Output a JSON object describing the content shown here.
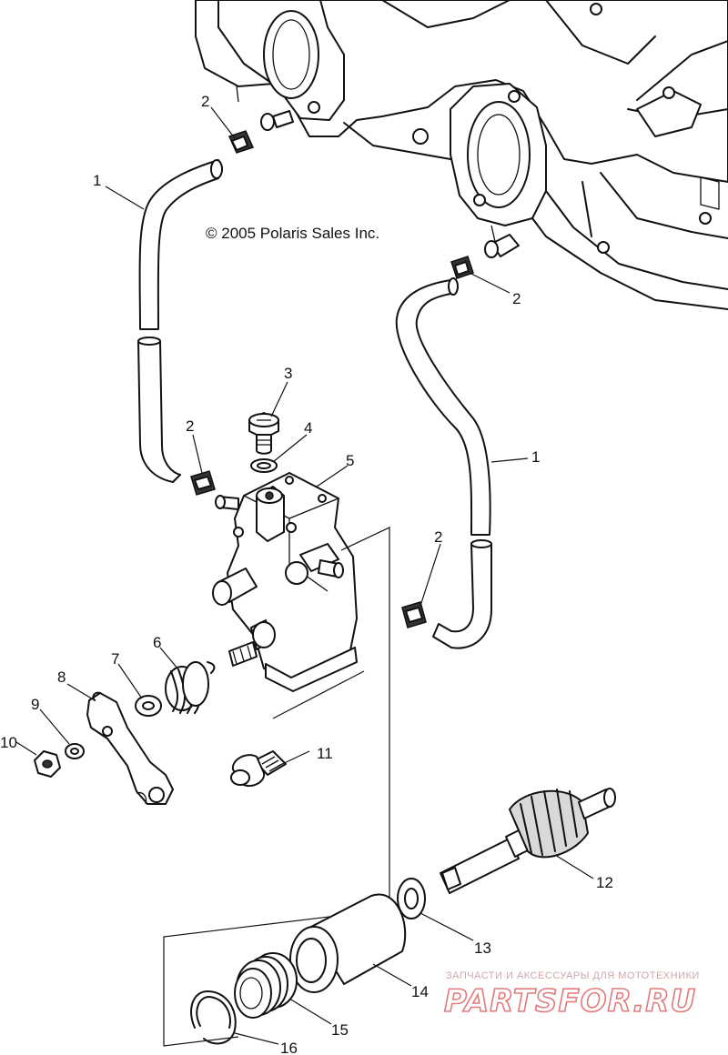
{
  "copyright": "© 2005 Polaris Sales Inc.",
  "callouts": {
    "hose_left": "1",
    "hose_right": "1",
    "clamp_top_left": "2",
    "clamp_top_right": "2",
    "clamp_mid_left": "2",
    "clamp_mid_right": "2",
    "screw": "3",
    "washer": "4",
    "pump": "5",
    "spring": "6",
    "washer_lever": "7",
    "lever": "8",
    "lock_washer": "9",
    "nut": "10",
    "bolt": "11",
    "drive_gear": "12",
    "thrust_washer": "13",
    "bushing": "14",
    "seal": "15",
    "snap_ring": "16"
  },
  "watermark": {
    "caption": "ЗАПЧАСТИ И АКСЕССУАРЫ ДЛЯ МОТОТЕХНИКИ",
    "logo": "PARTSFOR.RU"
  }
}
